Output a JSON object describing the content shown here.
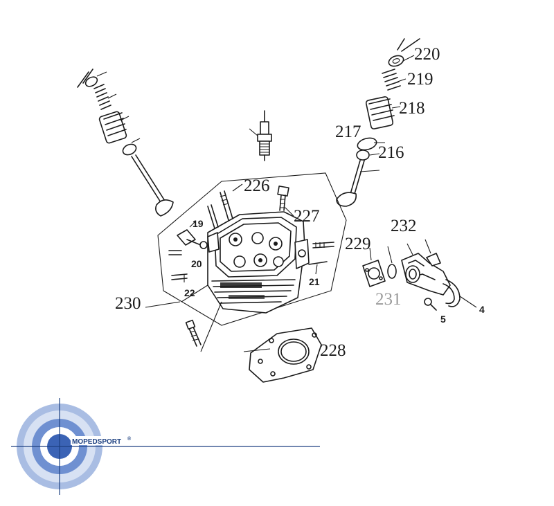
{
  "labels": {
    "p220": "220",
    "p219": "219",
    "p218": "218",
    "p217": "217",
    "p216": "216",
    "p226": "226",
    "p227": "227",
    "p19": "19",
    "p20": "20",
    "p21": "21",
    "p22": "22",
    "p229": "229",
    "p232": "232",
    "p231": "231",
    "p230": "230",
    "p228": "228",
    "p4": "4",
    "p5": "5"
  },
  "logo": {
    "brand": "MOPEDSPORT",
    "mark": "®"
  },
  "colors": {
    "ink": "#1a1a1a",
    "grey_label": "#9a9a9a",
    "logo_outer": "#a9bde3",
    "logo_ring": "#d7e1f3",
    "logo_mid": "#6f90d1",
    "logo_core": "#3b63b5",
    "logo_line": "#1c3f80"
  }
}
